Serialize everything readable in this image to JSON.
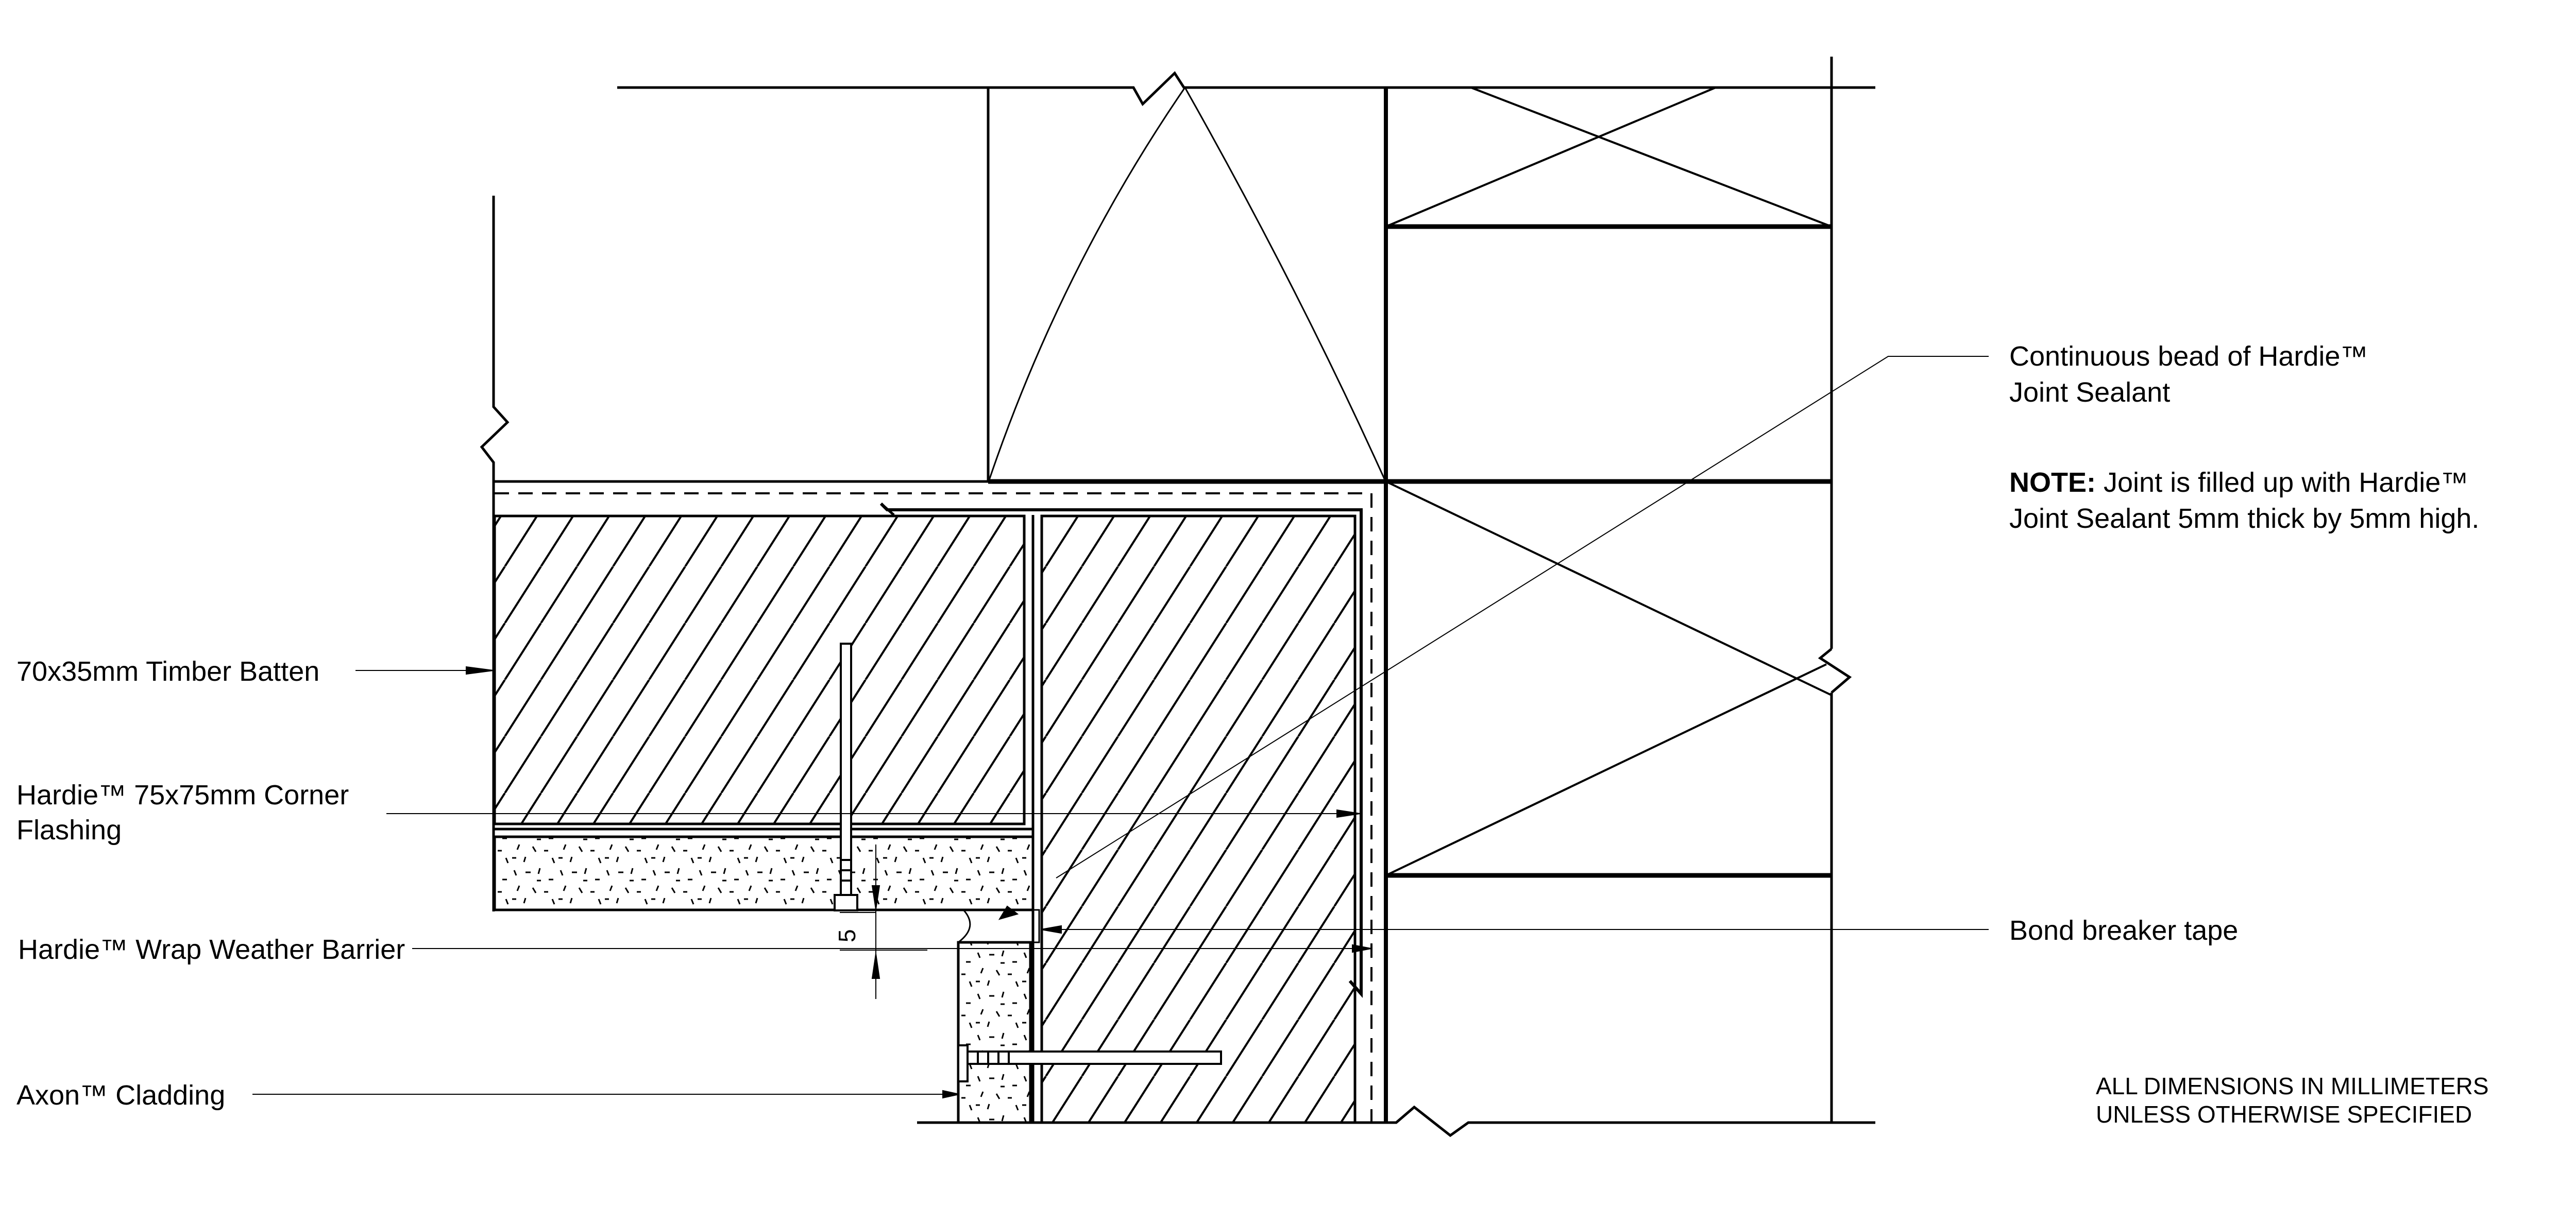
{
  "drawing": {
    "type": "construction-detail",
    "subject": "External corner junction with Axon cladding",
    "colors": {
      "line": "#000000",
      "background": "#ffffff"
    }
  },
  "labels": {
    "timber_batten": "70x35mm Timber Batten",
    "corner_flashing_line1": "Hardie™ 75x75mm Corner",
    "corner_flashing_line2": "Flashing",
    "weather_barrier": "Hardie™ Wrap Weather Barrier",
    "axon_cladding": "Axon™ Cladding",
    "sealant_line1": "Continuous bead of Hardie™",
    "sealant_line2": "Joint Sealant",
    "bond_breaker": "Bond breaker tape"
  },
  "note": {
    "prefix": "NOTE:",
    "line1_rest": " Joint is filled up with Hardie™",
    "line2": "Joint Sealant 5mm thick by 5mm high."
  },
  "dimension": {
    "value": "5"
  },
  "footer": {
    "line1": "ALL DIMENSIONS IN MILLIMETERS",
    "line2": "UNLESS OTHERWISE SPECIFIED"
  }
}
